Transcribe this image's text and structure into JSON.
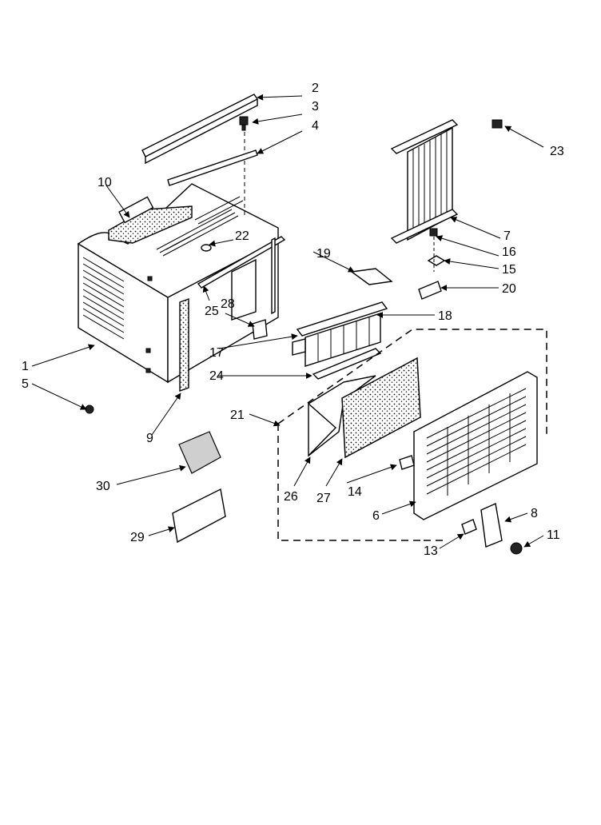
{
  "callouts": [
    "1",
    "2",
    "3",
    "4",
    "5",
    "6",
    "7",
    "8",
    "9",
    "10",
    "11",
    "13",
    "14",
    "15",
    "16",
    "17",
    "18",
    "19",
    "20",
    "21",
    "22",
    "23",
    "24",
    "25",
    "26",
    "27",
    "28",
    "29",
    "30"
  ]
}
